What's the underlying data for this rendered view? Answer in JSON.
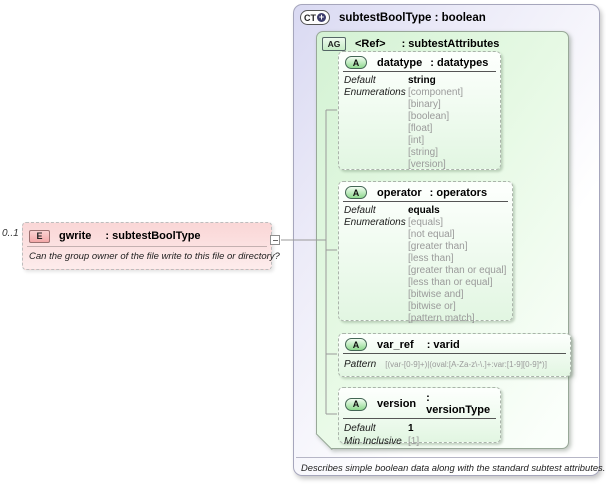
{
  "element": {
    "cardinality": "0..1",
    "badge": "E",
    "name": "gwrite",
    "type": ": subtestBoolType",
    "annotation": "Can the group owner of the file write to this file or directory?"
  },
  "ct": {
    "badge": "CT",
    "title": "subtestBoolType : boolean",
    "footer": "Describes simple boolean data along with the standard subtest attributes.",
    "attribute_group": {
      "badge": "AG",
      "name": "<Ref>",
      "type": ": subtestAttributes"
    },
    "attributes": [
      {
        "badge": "A",
        "name": "datatype",
        "type": ": datatypes",
        "facet_labels": [
          "Default",
          "Enumerations"
        ],
        "default": "string",
        "enumerations": [
          "[component]",
          "[binary]",
          "[boolean]",
          "[float]",
          "[int]",
          "[string]",
          "[version]"
        ]
      },
      {
        "badge": "A",
        "name": "operator",
        "type": ": operators",
        "facet_labels": [
          "Default",
          "Enumerations"
        ],
        "default": "equals",
        "enumerations": [
          "[equals]",
          "[not equal]",
          "[greater than]",
          "[less than]",
          "[greater than or equal]",
          "[less than or equal]",
          "[bitwise and]",
          "[bitwise or]",
          "[pattern match]"
        ]
      },
      {
        "badge": "A",
        "name": "var_ref",
        "type": ": varid",
        "facet_labels": [
          "Pattern"
        ],
        "pattern": "[(var-[0-9]+)|(oval:[A-Za-z\\-\\.]+:var:[1-9][0-9]*)]"
      },
      {
        "badge": "A",
        "name": "version",
        "type": ": versionType",
        "facet_labels": [
          "Default",
          "Min Inclusive"
        ],
        "default": "1",
        "min_inclusive": "[1]"
      }
    ]
  },
  "icons": {
    "expand_plus": "+"
  },
  "colors": {
    "ct-bg": "#d9d9f2",
    "ag-bg": "#d4f2d4",
    "attr-bg": "#e2f6e2",
    "badge-green": "#8fd98f",
    "element-bg": "#fad6d6",
    "badge-pink": "#f3a8a8",
    "wire": "#9a9a9a",
    "muted": "#9a9a9a"
  }
}
